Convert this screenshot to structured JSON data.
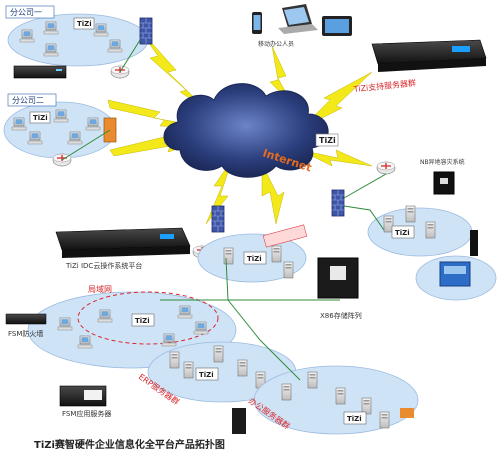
{
  "diagram": {
    "caption": "TiZi赛智硬件企业信息化全平台产品拓扑图",
    "cloud_label": "Internet",
    "tizi_logo": "TiZi",
    "labels": {
      "branch1": "分公司一",
      "branch2": "分公司二",
      "mobile_users": "移动办公人员",
      "support_cluster": "TiZi支持服务器群",
      "nb_cluster": "NB异地容灾系统",
      "cloud_platform": "TiZi IDC云操作系统平台",
      "lan": "局域网",
      "storage_array": "X86存储阵列",
      "fsm_firewall": "FSM防火墙",
      "erp_cluster": "ERP服务器群",
      "fsm_app_server": "FSM应用服务器",
      "office_cluster": "办公服务器群"
    },
    "colors": {
      "lightning": "#f2e81a",
      "lan_ellipse": "#cfe3f7",
      "link_line": "#2e8b3a",
      "dashed_red": "#d8262a",
      "cloud": "#233a74",
      "label_red": "#d8262a"
    }
  }
}
